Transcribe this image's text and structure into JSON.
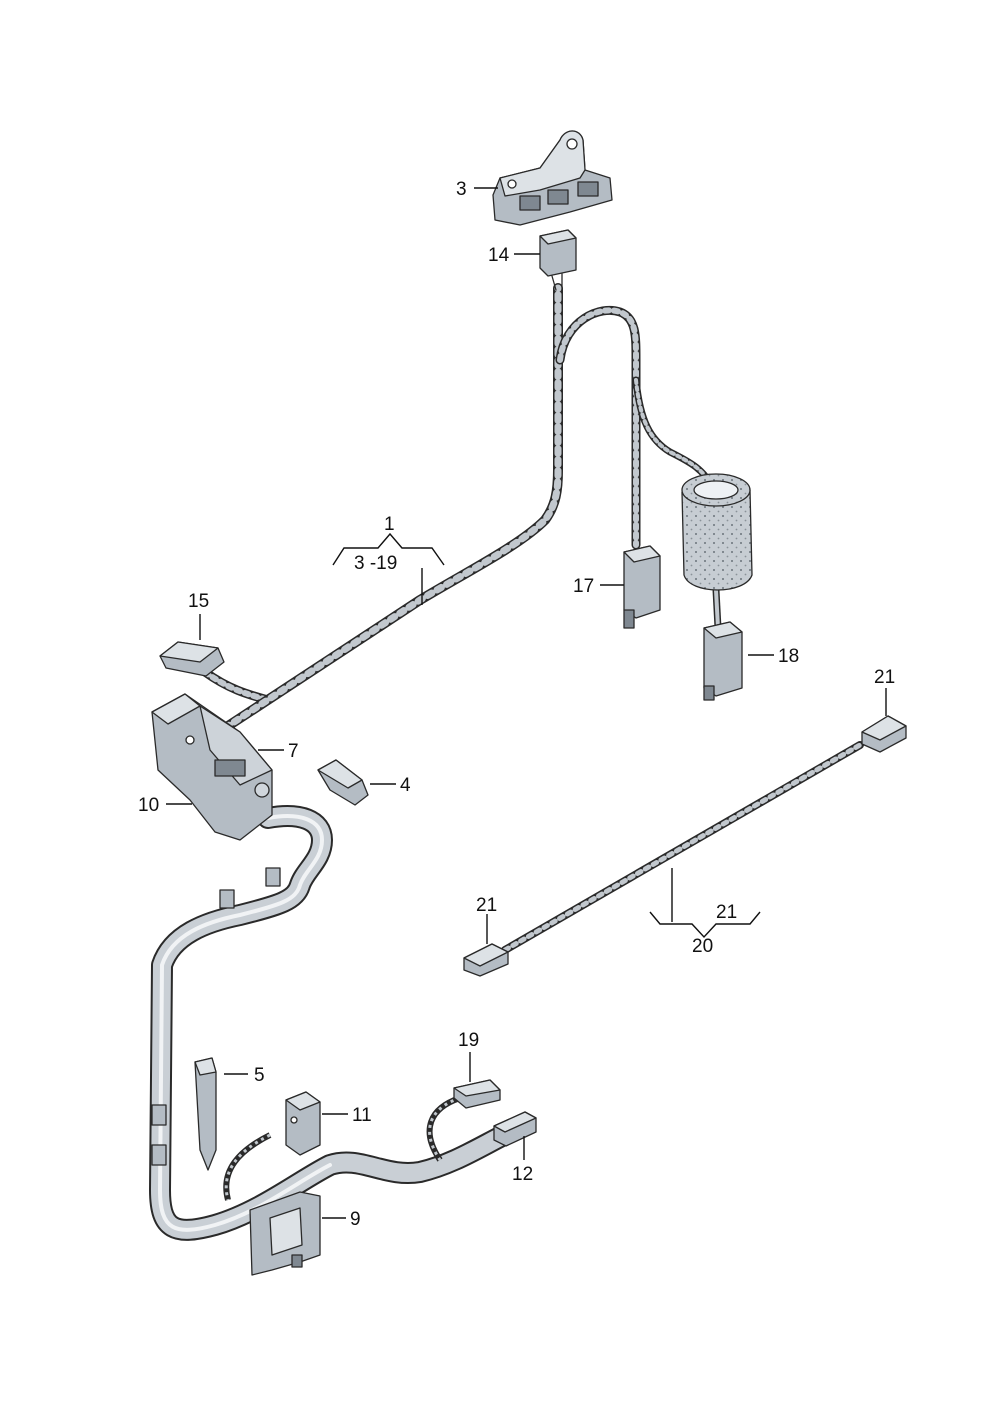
{
  "labels": {
    "p1": "1",
    "p1_range": "3 -19",
    "p3": "3",
    "p4": "4",
    "p5": "5",
    "p7": "7",
    "p9": "9",
    "p10": "10",
    "p11": "11",
    "p12": "12",
    "p14": "14",
    "p15": "15",
    "p17": "17",
    "p18": "18",
    "p19": "19",
    "p20": "20",
    "p21_top": "21",
    "p21_left": "21",
    "p21_range": "21"
  },
  "colors": {
    "part_fill": "#b4bcc4",
    "part_dark": "#7f8891",
    "part_light": "#dde2e6",
    "wire_stripe": "#555b61",
    "line": "#111111"
  }
}
